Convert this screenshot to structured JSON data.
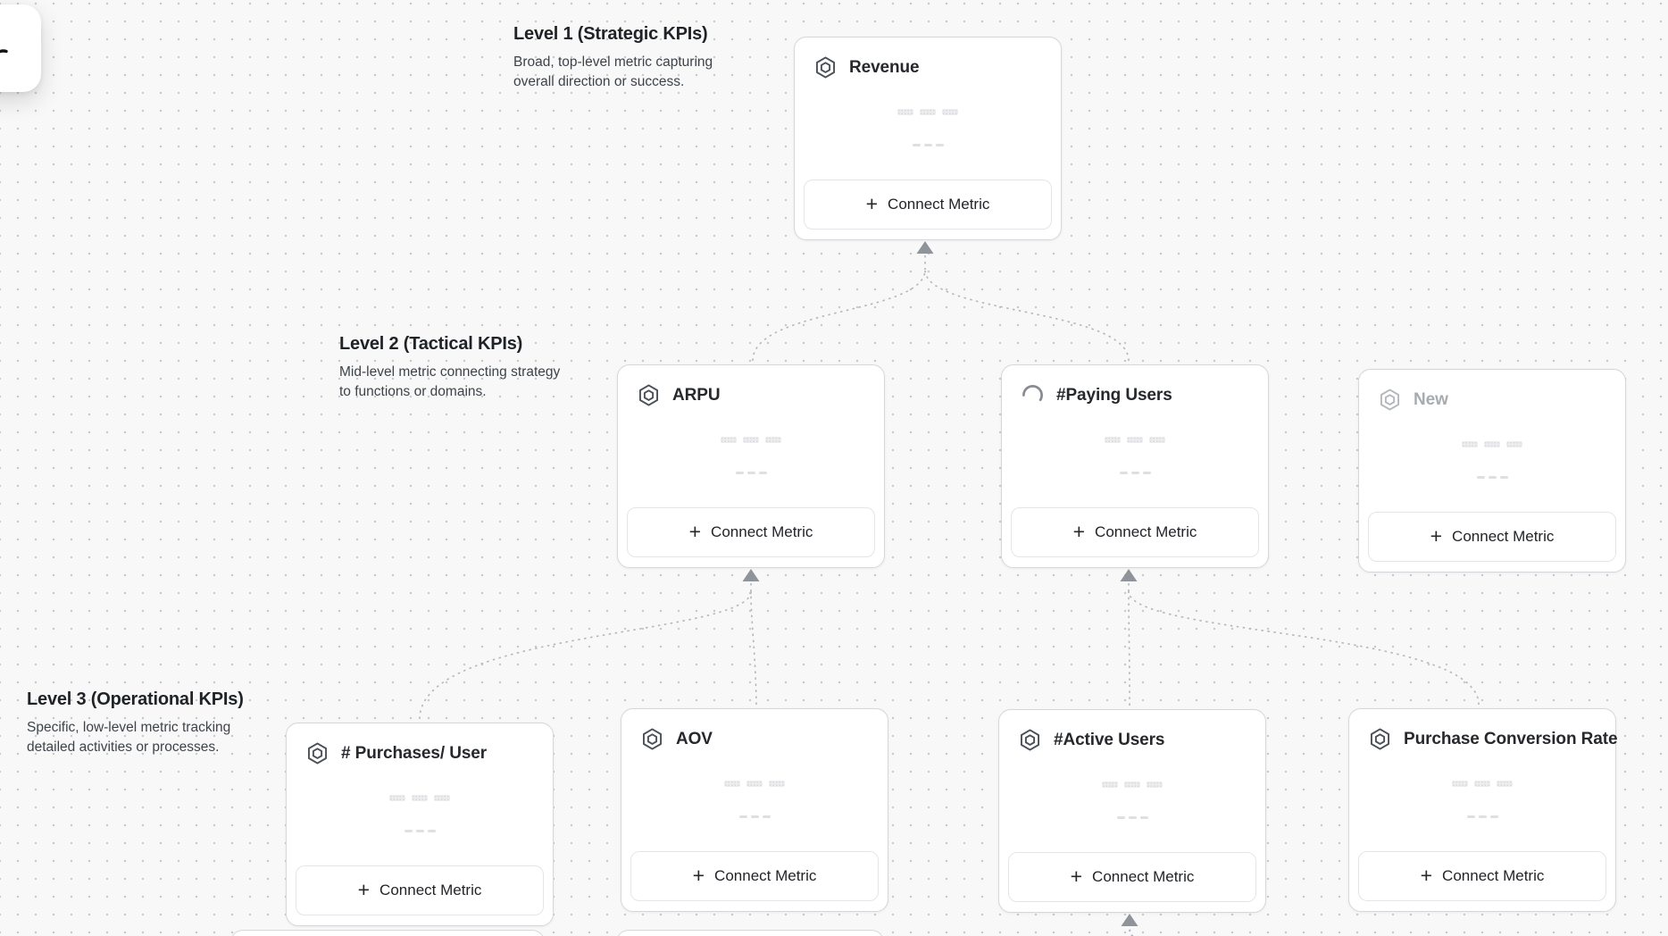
{
  "levels": [
    {
      "title": "Level 1 (Strategic KPIs)",
      "description": "Broad, top-level metric capturing overall direction or success."
    },
    {
      "title": "Level 2 (Tactical KPIs)",
      "description": "Mid-level metric connecting strategy to functions or domains."
    },
    {
      "title": "Level 3 (Operational KPIs)",
      "description": "Specific, low-level metric tracking detailed activities or processes."
    }
  ],
  "cards": [
    {
      "title": "Revenue",
      "icon": "hexagon-metric-icon",
      "state": "default",
      "connect_label": "Connect Metric"
    },
    {
      "title": "ARPU",
      "icon": "hexagon-metric-icon",
      "state": "default",
      "connect_label": "Connect Metric"
    },
    {
      "title": "#Paying Users",
      "icon": "spinner-icon",
      "state": "loading",
      "connect_label": "Connect Metric"
    },
    {
      "title": "New",
      "icon": "hexagon-metric-icon",
      "state": "ghost",
      "connect_label": "Connect Metric"
    },
    {
      "title": "# Purchases/ User",
      "icon": "hexagon-metric-icon",
      "state": "default",
      "connect_label": "Connect Metric"
    },
    {
      "title": "AOV",
      "icon": "hexagon-metric-icon",
      "state": "default",
      "connect_label": "Connect Metric"
    },
    {
      "title": "#Active Users",
      "icon": "hexagon-metric-icon",
      "state": "default",
      "connect_label": "Connect Metric"
    },
    {
      "title": "Purchase Conversion Rate",
      "icon": "hexagon-metric-icon",
      "state": "default",
      "connect_label": "Connect Metric"
    }
  ],
  "plus_glyph": "+",
  "colors": {
    "canvas_bg": "#f8f8f8",
    "grid_dot": "#c9c9cc",
    "card_border": "#d7d7db",
    "connector": "#b3b7bc",
    "arrowhead": "#8f949a",
    "title_text": "#26282c",
    "ghost_text": "#a7abb0"
  }
}
